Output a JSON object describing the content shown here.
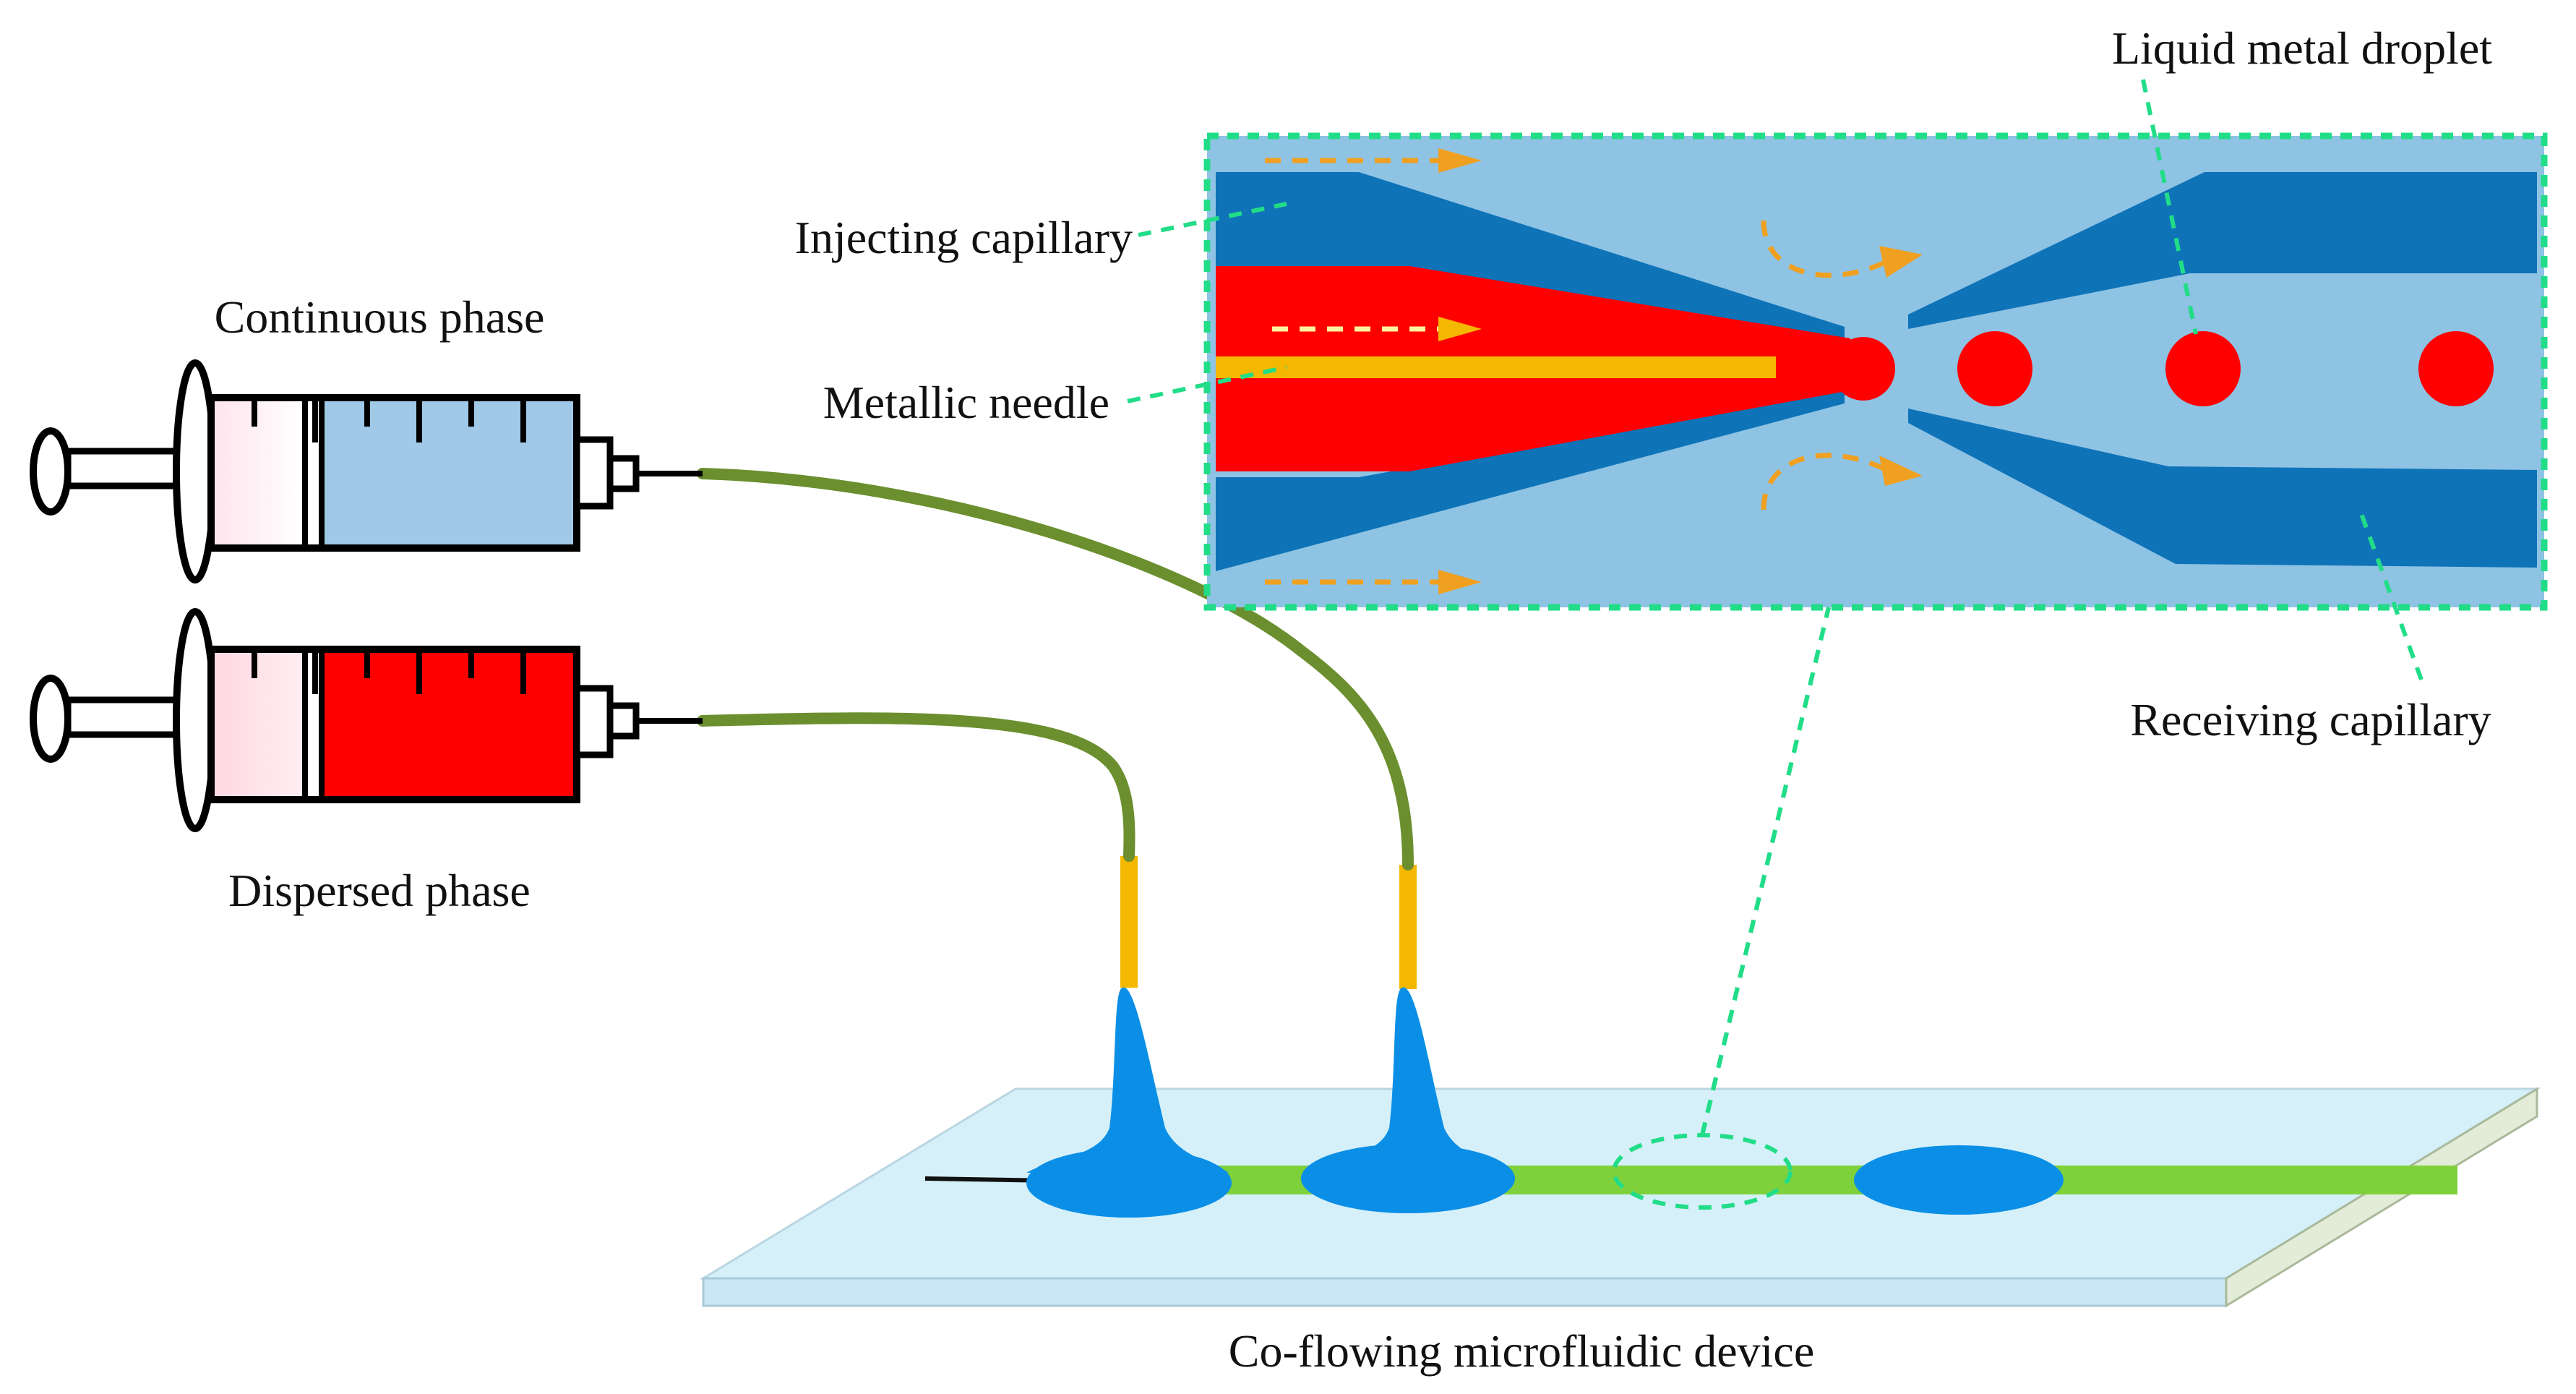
{
  "labels": {
    "continuous_phase": "Continuous phase",
    "dispersed_phase": "Dispersed phase",
    "injecting_capillary": "Injecting capillary",
    "metallic_needle": "Metallic needle",
    "liquid_metal_droplet": "Liquid metal droplet",
    "receiving_capillary": "Receiving capillary",
    "device": "Co-flowing microfluidic device"
  },
  "colors": {
    "continuous_fluid": "#9fc9e6",
    "dispersed_fluid": "#ff0000",
    "capillary_dark": "#0f73b8",
    "capillary_light": "#8ec3e4",
    "needle": "#f5b800",
    "flow_arrow": "#f0a020",
    "tubing": "#6b8f2e",
    "channel": "#7fd13b",
    "device_glass": "#d6f0fa",
    "port": "#0b8fe6",
    "callout": "#22dd88"
  },
  "icons": {
    "continuous_syringe": "syringe-icon",
    "dispersed_syringe": "syringe-icon"
  }
}
